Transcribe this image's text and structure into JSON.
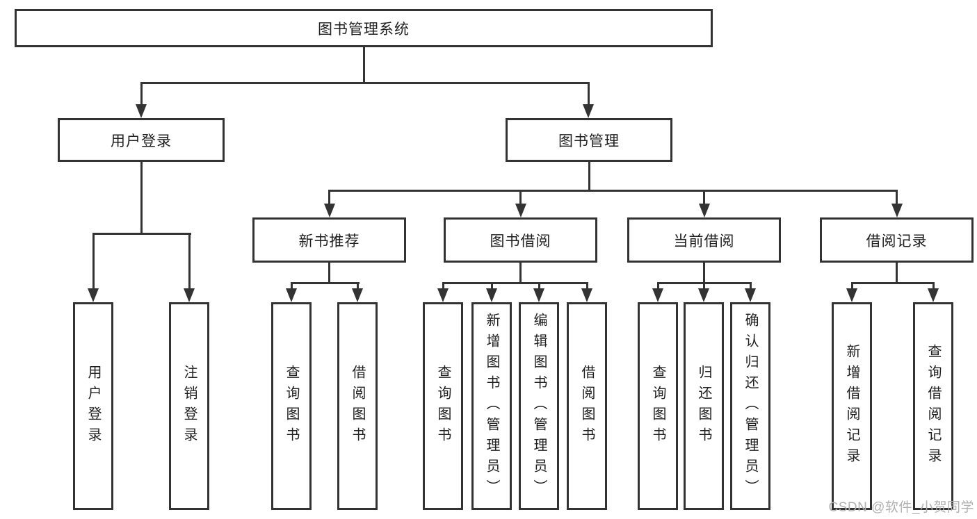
{
  "diagram": {
    "root": {
      "label": "图书管理系统"
    },
    "branches": [
      {
        "label": "用户登录",
        "children": [
          {
            "label": "用户登录"
          },
          {
            "label": "注销登录"
          }
        ]
      },
      {
        "label": "图书管理",
        "groups": [
          {
            "label": "新书推荐",
            "children": [
              {
                "label": "查询图书"
              },
              {
                "label": "借阅图书"
              }
            ]
          },
          {
            "label": "图书借阅",
            "children": [
              {
                "label": "查询图书"
              },
              {
                "label": "新增图书（管理员）"
              },
              {
                "label": "编辑图书（管理员）"
              },
              {
                "label": "借阅图书"
              }
            ]
          },
          {
            "label": "当前借阅",
            "children": [
              {
                "label": "查询图书"
              },
              {
                "label": "归还图书"
              },
              {
                "label": "确认归还（管理员）"
              }
            ]
          },
          {
            "label": "借阅记录",
            "children": [
              {
                "label": "新增借阅记录"
              },
              {
                "label": "查询借阅记录"
              }
            ]
          }
        ]
      }
    ]
  },
  "watermark": {
    "text": "CSDN @软件_小贺同学"
  },
  "colors": {
    "line": "#333333",
    "text": "#1f1f1f",
    "watermark": "#b0b0b0",
    "background": "#ffffff"
  }
}
